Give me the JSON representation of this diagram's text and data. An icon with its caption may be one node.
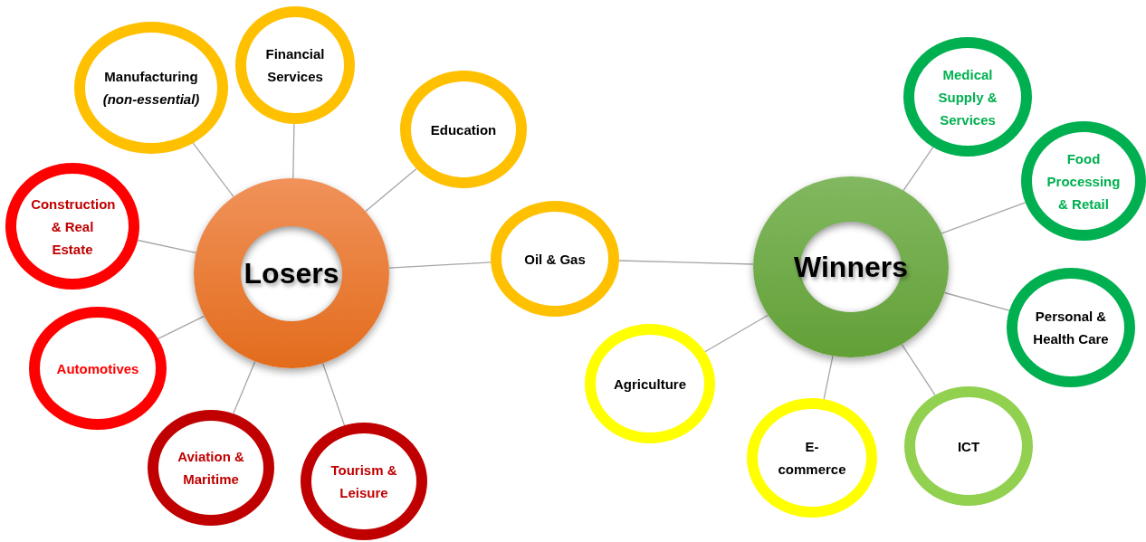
{
  "diagram": {
    "nodes": [
      {
        "text": [
          "Losers"
        ]
      },
      {
        "text": [
          "Manufacturing *(non-essential)*"
        ]
      },
      {
        "text": [
          "Financial Services"
        ]
      },
      {
        "text": [
          "Education"
        ]
      },
      {
        "text": [
          "Construction & Real Estate"
        ]
      },
      {
        "text": [
          "Automotives"
        ]
      },
      {
        "text": [
          "Aviation & Maritime"
        ]
      },
      {
        "text": [
          "Tourism & Leisure"
        ]
      },
      {
        "text": [
          "Oil & Gas"
        ]
      },
      {
        "text": [
          "Winners"
        ]
      },
      {
        "text": [
          "Medical Supply & Services"
        ]
      },
      {
        "text": [
          "Food Processing & Retail"
        ]
      },
      {
        "text": [
          "Personal & Health Care"
        ]
      },
      {
        "text": [
          "Agriculture"
        ]
      },
      {
        "text": [
          "E-commerce"
        ]
      },
      {
        "text": [
          "ICT"
        ]
      }
    ],
    "edges": [
      {
        "from": 0,
        "to": 1,
        "arrow": "none"
      },
      {
        "from": 0,
        "to": 2,
        "arrow": "none"
      },
      {
        "from": 0,
        "to": 3,
        "arrow": "none"
      },
      {
        "from": 0,
        "to": 4,
        "arrow": "none"
      },
      {
        "from": 0,
        "to": 5,
        "arrow": "none"
      },
      {
        "from": 0,
        "to": 6,
        "arrow": "none"
      },
      {
        "from": 0,
        "to": 7,
        "arrow": "none"
      },
      {
        "from": 0,
        "to": 8,
        "arrow": "none"
      },
      {
        "from": 8,
        "to": 9,
        "arrow": "none"
      },
      {
        "from": 9,
        "to": 10,
        "arrow": "none"
      },
      {
        "from": 9,
        "to": 11,
        "arrow": "none"
      },
      {
        "from": 9,
        "to": 12,
        "arrow": "none"
      },
      {
        "from": 9,
        "to": 13,
        "arrow": "none"
      },
      {
        "from": 9,
        "to": 14,
        "arrow": "none"
      },
      {
        "from": 9,
        "to": 15,
        "arrow": "none"
      }
    ]
  }
}
